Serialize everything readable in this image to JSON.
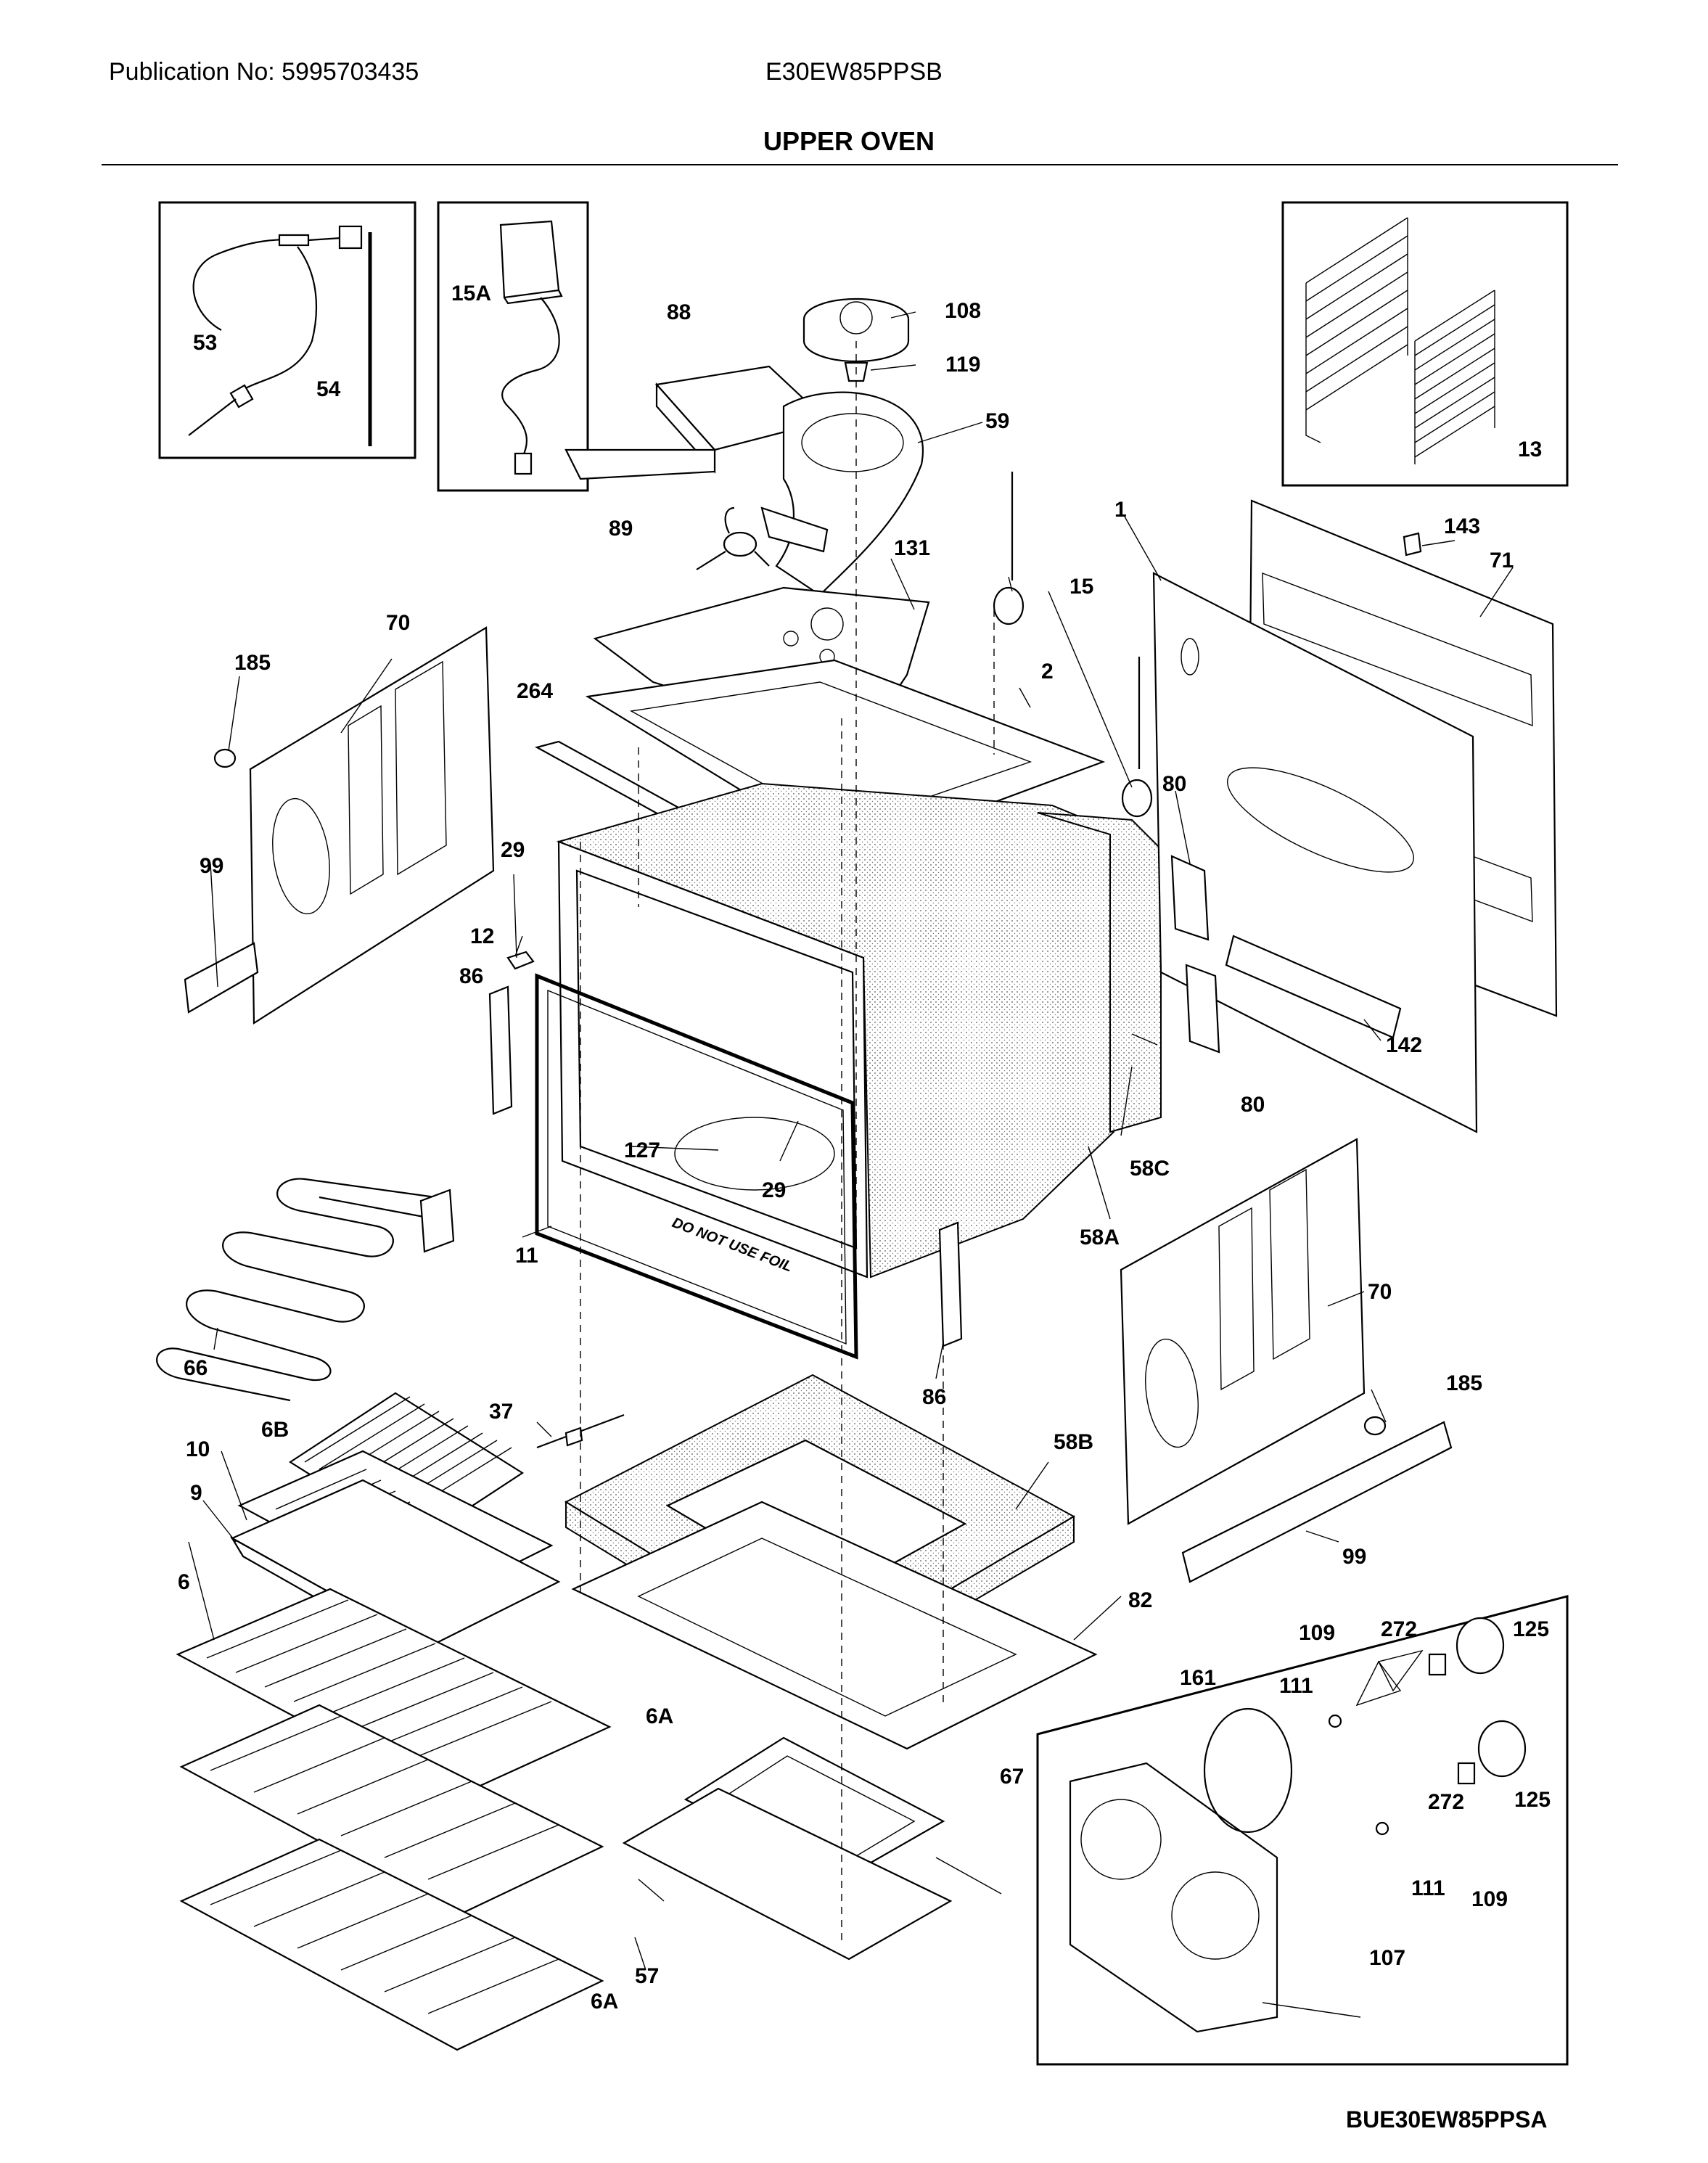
{
  "header": {
    "publication": "Publication No: 5995703435",
    "model": "E30EW85PPSB",
    "section_title": "UPPER OVEN"
  },
  "footer": {
    "diagram_code": "BUE30EW85PPSA"
  },
  "labels": {
    "p53": "53",
    "p54": "54",
    "p15a": "15A",
    "p88": "88",
    "p108": "108",
    "p119": "119",
    "p59": "59",
    "p13": "13",
    "p89": "89",
    "p131": "131",
    "p1": "1",
    "p143": "143",
    "p71": "71",
    "p15": "15",
    "p70a": "70",
    "p185a": "185",
    "p264": "264",
    "p2": "2",
    "p80a": "80",
    "p29a": "29",
    "p99a": "99",
    "p12": "12",
    "p86a": "86",
    "p142": "142",
    "p80b": "80",
    "p127": "127",
    "p29b": "29",
    "p58c": "58C",
    "p58a": "58A",
    "p11": "11",
    "p66": "66",
    "p70b": "70",
    "p185b": "185",
    "p86b": "86",
    "p6b": "6B",
    "p37": "37",
    "p58b": "58B",
    "p10": "10",
    "p9": "9",
    "p99b": "99",
    "p6": "6",
    "p82": "82",
    "p109a": "109",
    "p272a": "272",
    "p125a": "125",
    "p161": "161",
    "p111a": "111",
    "p6a1": "6A",
    "p67": "67",
    "p125b": "125",
    "p272b": "272",
    "p111b": "111",
    "p109b": "109",
    "p57": "57",
    "p107": "107",
    "p6a2": "6A"
  },
  "panel_text": {
    "foil_warning": "DO NOT USE FOIL"
  }
}
